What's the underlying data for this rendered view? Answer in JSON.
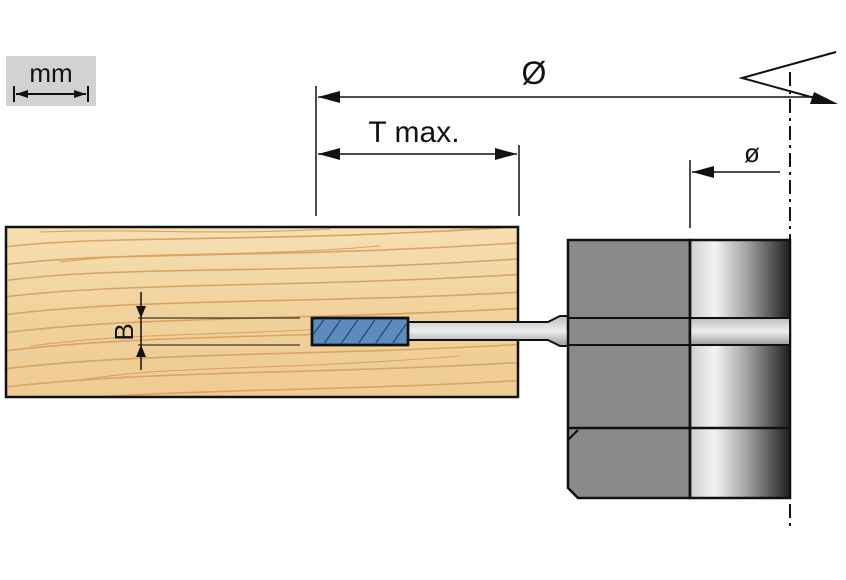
{
  "unit": "mm",
  "dimension_labels": {
    "outer_diameter": "Ø",
    "depth": "T max.",
    "inner_diameter": "ø",
    "width": "B"
  },
  "colors": {
    "wood_light": "#f3d7a4",
    "wood_grain": "#dca86a",
    "insert_blue": "#5b8bbf",
    "body_gray": "#8a8a8a",
    "body_dark": "#3a3a3a",
    "unit_badge": "#d2d2d2"
  }
}
